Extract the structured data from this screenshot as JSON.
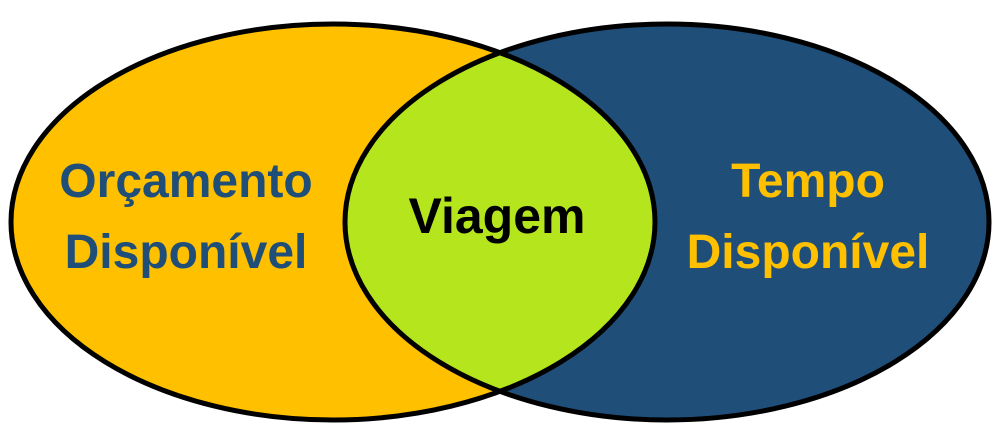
{
  "diagram": {
    "left_circle": {
      "line1": "Orçamento",
      "line2": "Disponível",
      "fill": "#FFC000",
      "text_color": "#1F4E79"
    },
    "right_circle": {
      "line1": "Tempo",
      "line2": "Disponível",
      "fill": "#1F4E79",
      "text_color": "#FFC000"
    },
    "intersection": {
      "label": "Viagem",
      "fill": "#B5E61D",
      "text_color": "#000000"
    },
    "outline_color": "#000000"
  }
}
